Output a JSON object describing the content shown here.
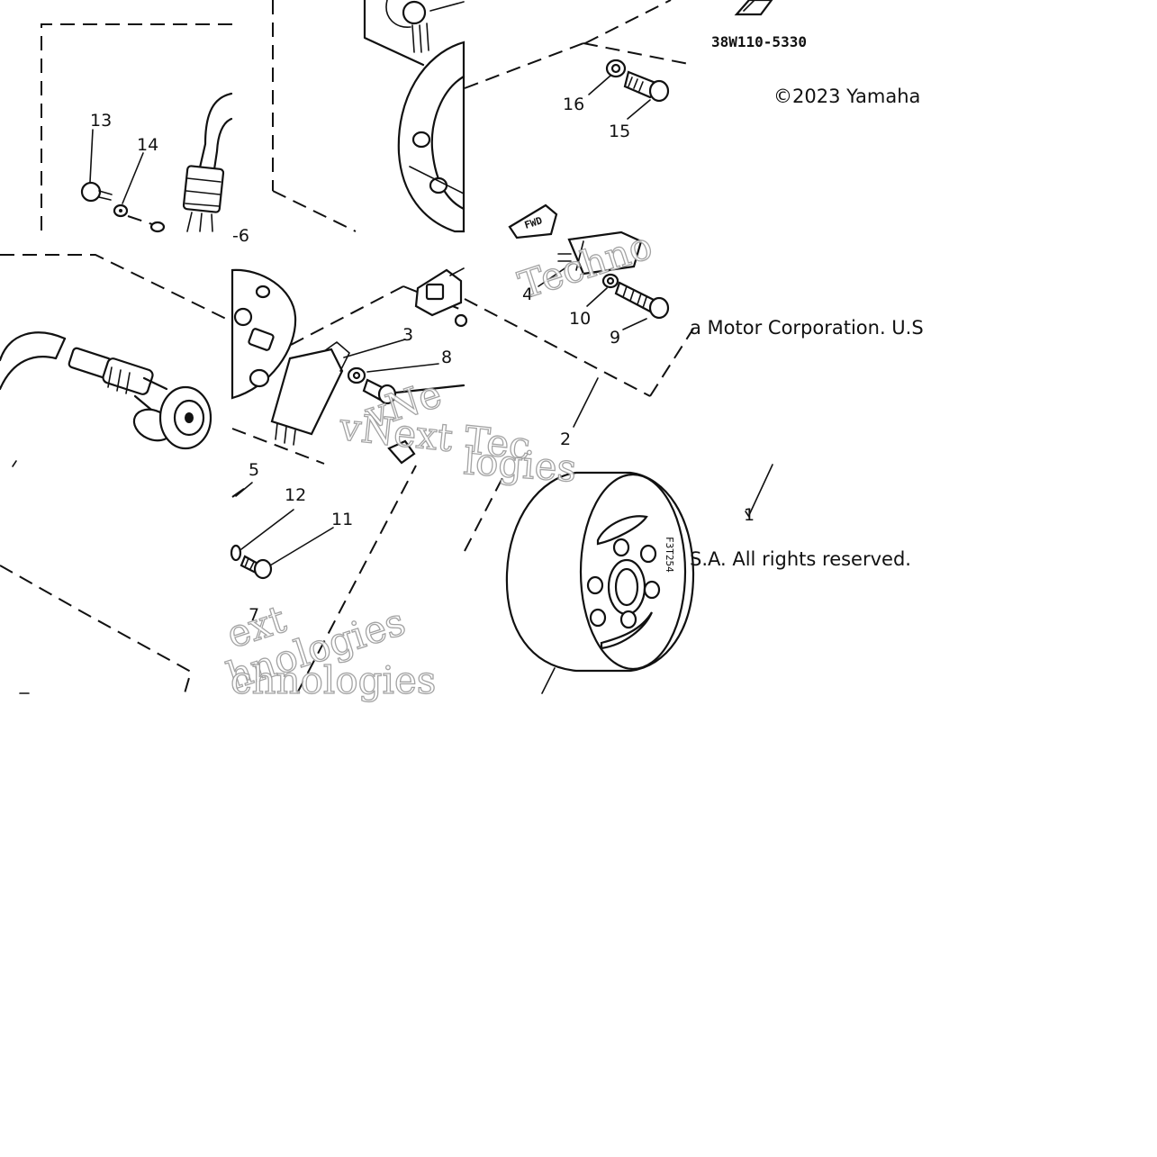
{
  "drawing_code": "38W110-5330",
  "copyright": {
    "line_1": "©2023 Yamaha",
    "line_2": "a Motor Corporation. U.S",
    "line_3": "S.A. All rights reserved."
  },
  "watermark": {
    "text_1": "Techno",
    "text_2": "vNext Tec",
    "text_3": "ext",
    "text_4": "chnologies",
    "text_5": "vNe",
    "text_6": "hnologies",
    "text_7": "logies"
  },
  "fwd_tag": "FWD",
  "magneto_marking": "F3T254",
  "callouts": [
    "1",
    "2",
    "3",
    "4",
    "5",
    "-6",
    "7",
    "8",
    "9",
    "10",
    "11",
    "12",
    "13",
    "14",
    "15",
    "16"
  ]
}
